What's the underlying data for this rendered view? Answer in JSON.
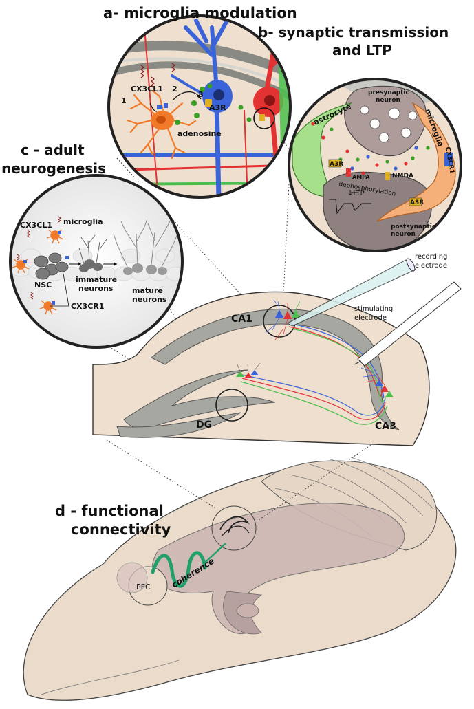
{
  "panels": {
    "a": {
      "title": "a- microglia modulation",
      "labels": {
        "cx3cl1": "CX3CL1",
        "step1": "1",
        "step2": "2",
        "step3": "3",
        "a3r": "A3R",
        "adenosine": "adenosine"
      }
    },
    "b": {
      "title_line1": "b- synaptic transmission",
      "title_line2": "and LTP",
      "labels": {
        "astrocyte": "astrocyte",
        "presynaptic": "presynaptic",
        "neuron": "neuron",
        "microglia": "microglia",
        "cx3cr1": "CX3CR1",
        "a3r_left": "A3R",
        "a3r_right": "A3R",
        "ampa": "AMPA",
        "nmda": "NMDA",
        "dephosphorylation": "dephosphorylation",
        "ltp": "↓LTP",
        "postsynaptic": "postsynaptic",
        "post_neuron": "neuron"
      }
    },
    "c": {
      "title_line1": "c - adult",
      "title_line2": "neurogenesis",
      "labels": {
        "cx3cl1": "CX3CL1",
        "microglia": "microglia",
        "nsc": "NSC",
        "immature_1": "immature",
        "immature_2": "neurons",
        "mature_1": "mature",
        "mature_2": "neurons",
        "cx3cr1": "CX3CR1"
      }
    },
    "hippocampus": {
      "labels": {
        "ca1": "CA1",
        "ca3": "CA3",
        "dg": "DG",
        "recording_1": "recording",
        "recording_2": "electrode",
        "stimulating_1": "stimulating",
        "stimulating_2": "electrode"
      }
    },
    "d": {
      "title_line1": "d - functional",
      "title_line2": "connectivity",
      "labels": {
        "pfc": "PFC",
        "coherence": "coherence"
      }
    }
  },
  "colors": {
    "tissue": "#f0e1d2",
    "gray_layer": "#a7a7a1",
    "microglia": "#f07a2a",
    "neuron_blue": "#3b63d9",
    "neuron_red": "#e23232",
    "green": "#4bbf4b",
    "coherence": "#22a06b",
    "astrocyte": "#a6e08a",
    "a3r": "#e0b020"
  }
}
